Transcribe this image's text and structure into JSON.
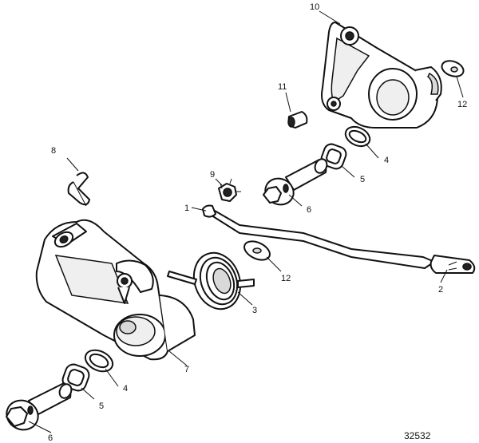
{
  "callouts": {
    "c1": "1",
    "c2": "2",
    "c3": "3",
    "c4_upper": "4",
    "c4_lower": "4",
    "c5_upper": "5",
    "c5_lower": "5",
    "c6_upper": "6",
    "c6_lower": "6",
    "c7": "7",
    "c8": "8",
    "c9": "9",
    "c10": "10",
    "c11": "11",
    "c12_upper": "12",
    "c12_middle": "12"
  },
  "catalog_number": "32532",
  "colors": {
    "line": "#111111",
    "background": "#ffffff",
    "shade": "#d9d9d9"
  }
}
